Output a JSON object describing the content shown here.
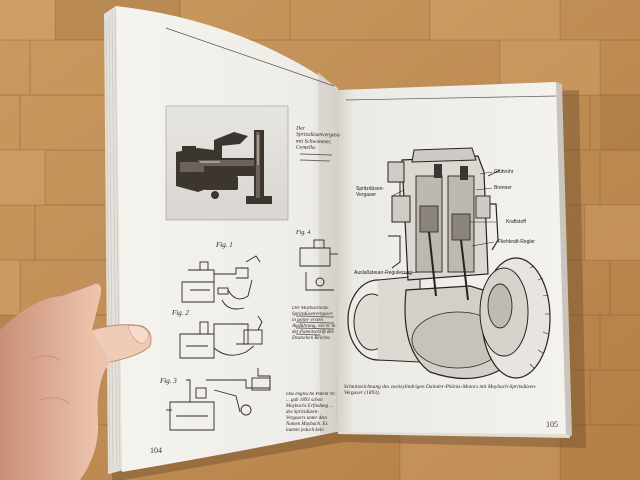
{
  "book": {
    "left_page": {
      "page_number": "104",
      "photo_caption": "Der Spritzdüsenvergaser mit Schwimmer, Comella.",
      "patent_fig_labels": [
        "Fig. 1",
        "Fig. 2",
        "Fig. 3",
        "Fig. 4"
      ],
      "side_caption": "Der Maybachsche Spritzdüsenvergaser in seiner ersten Ausführung, wie er in der Patentschrift des Deutschen Reiches",
      "bottom_caption": "Das englische Patent Nr. ... gab 1893 schon Maybachs Erfindung ... des Spritzdüsen-Vergasers unter dem Namen Maybach. Es lautete jedoch kein Patent."
    },
    "right_page": {
      "page_number": "105",
      "diagram_labels": {
        "carburetor": "Spritzdüsen-Vergaser",
        "glow_tube": "Glührohr",
        "burner": "Brenner",
        "fuel": "Kraftstoff",
        "flywheel_regulator": "Fliehkraft-Regler",
        "exhaust_regulation": "Auslaßsteuer-Regulierung"
      },
      "caption": "Schnittzeichnung des zweizylindrigen Daimler-Phönix-Motors mit Maybach-Spritzdüsen-Vergaser (1893)."
    }
  },
  "colors": {
    "floor_light": "#c9985f",
    "floor_dark": "#a9743f",
    "page": "#f3f1ec",
    "page_shade": "#dcd9d2",
    "ink": "#2a2622",
    "hand": "#e6b9a2"
  }
}
